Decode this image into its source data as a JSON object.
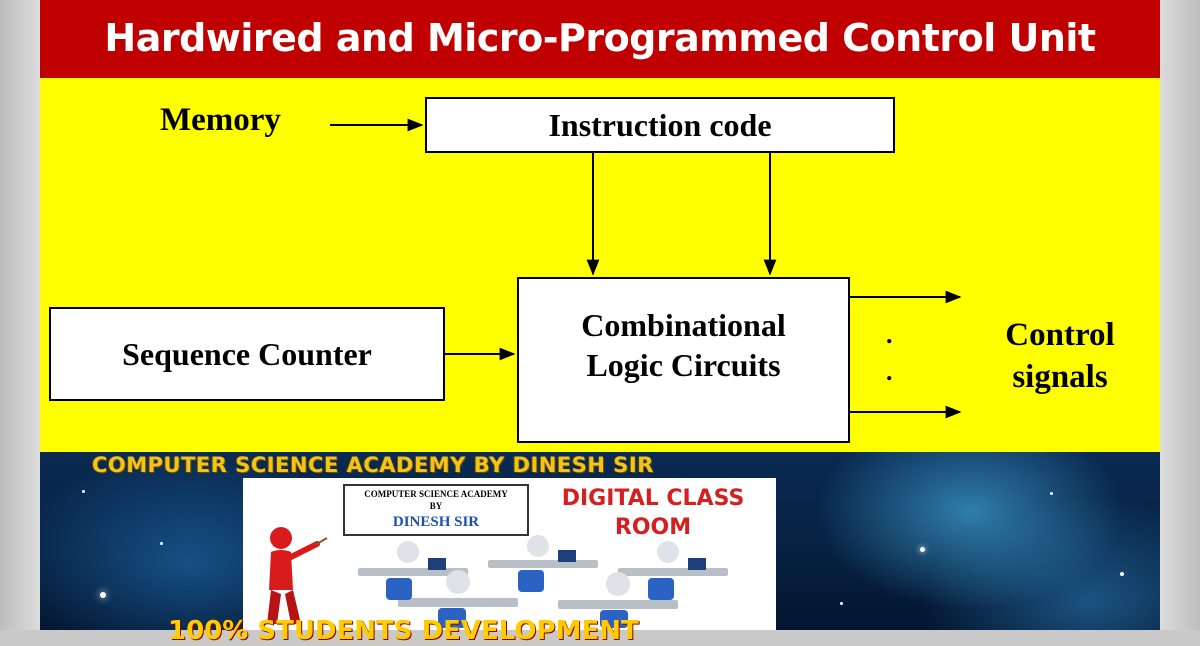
{
  "slide": {
    "title": "Hardwired and Micro-Programmed Control Unit",
    "colors": {
      "title_bar": "#c00000",
      "diagram_bg": "#ffff00",
      "box_fill": "#ffffff"
    }
  },
  "diagram": {
    "memory_label": "Memory",
    "instruction_code": "Instruction code",
    "sequence_counter": "Sequence Counter",
    "combinational_line1": "Combinational",
    "combinational_line2": "Logic Circuits",
    "control_line1": "Control",
    "control_line2": "signals",
    "dots": ".",
    "edges": [
      {
        "from": "Memory",
        "to": "Instruction code"
      },
      {
        "from": "Instruction code",
        "to": "Combinational Logic Circuits"
      },
      {
        "from": "Instruction code",
        "to": "Combinational Logic Circuits"
      },
      {
        "from": "Sequence Counter",
        "to": "Combinational Logic Circuits"
      },
      {
        "from": "Combinational Logic Circuits",
        "to": "Control signals"
      },
      {
        "from": "Combinational Logic Circuits",
        "to": "Control signals"
      }
    ]
  },
  "banner": {
    "headline": "COMPUTER SCIENCE ACADEMY BY DINESH SIR",
    "logo_line1": "COMPUTER SCIENCE ACADEMY",
    "logo_line2": "BY",
    "logo_line3": "DINESH SIR",
    "promo_line1": "DIGITAL CLASS",
    "promo_line2": "ROOM",
    "footer_partial": "100% STUDENTS DEVELOPMENT",
    "icons": [
      "presenter-figure-icon",
      "classroom-desks-icon"
    ],
    "colors": {
      "headline": "#f0c419",
      "promo_title": "#d42020",
      "logo_name": "#1b4fb3"
    }
  }
}
